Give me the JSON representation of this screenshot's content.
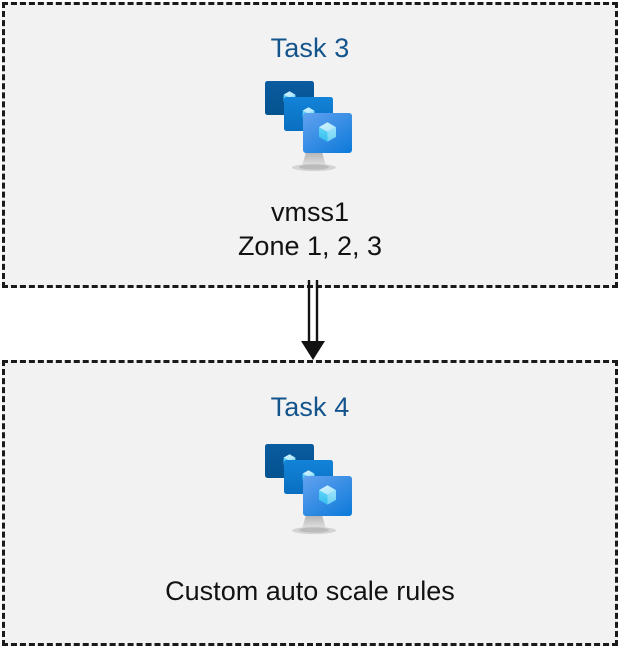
{
  "diagram": {
    "title_color": "#14548c",
    "text_color": "#121212",
    "box_fill": "#f2f2f2",
    "box_border_color": "#1a1a1a",
    "nodes": [
      {
        "id": "task3",
        "title": "Task 3",
        "icon": "azure-vm-scale-set-icon",
        "caption_line1": "vmss1",
        "caption_line2": "Zone 1, 2, 3"
      },
      {
        "id": "task4",
        "title": "Task 4",
        "icon": "azure-vm-scale-set-icon",
        "caption_line1": "Custom auto scale rules",
        "caption_line2": ""
      }
    ],
    "connector": {
      "name": "arrow-down",
      "from": "task3",
      "to": "task4",
      "style": "double-line-shaft-solid-head",
      "color": "#121212"
    }
  }
}
